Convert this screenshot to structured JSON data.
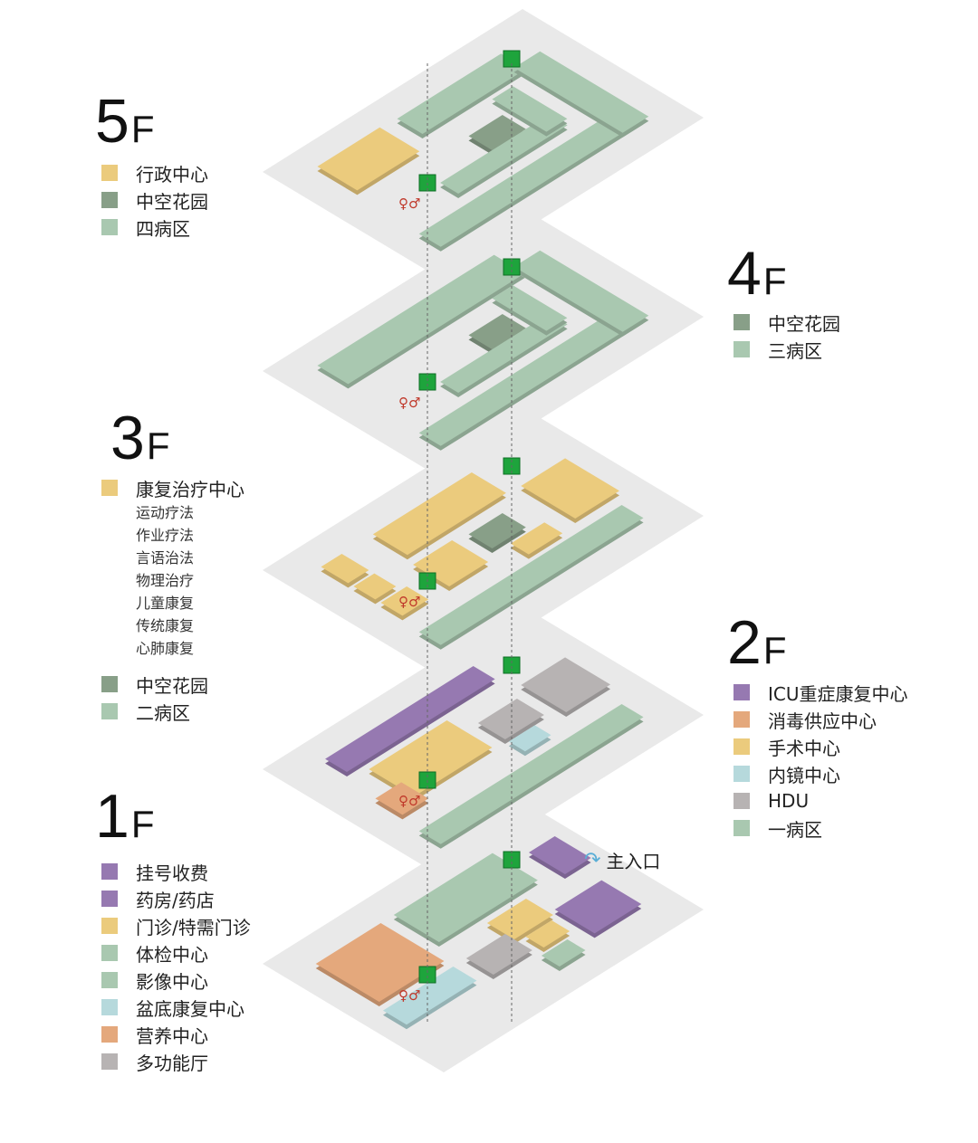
{
  "palette": {
    "plate": "#e9e9e9",
    "yellow": "#ebcb7d",
    "dark_green": "#889f88",
    "light_green": "#a9c8b0",
    "purple": "#9679b1",
    "orange": "#e4a87c",
    "light_blue": "#b6d9dc",
    "gray": "#b7b3b3",
    "elevator": "#1ea43c",
    "restroom": "#c0392b"
  },
  "floors": [
    {
      "id": "5F",
      "num": "5",
      "suffix": "F",
      "legend": [
        {
          "label": "行政中心",
          "color": "#ebcb7d"
        },
        {
          "label": "中空花园",
          "color": "#889f88"
        },
        {
          "label": "四病区",
          "color": "#a9c8b0"
        }
      ]
    },
    {
      "id": "4F",
      "num": "4",
      "suffix": "F",
      "legend": [
        {
          "label": "中空花园",
          "color": "#889f88"
        },
        {
          "label": "三病区",
          "color": "#a9c8b0"
        }
      ]
    },
    {
      "id": "3F",
      "num": "3",
      "suffix": "F",
      "legend": [
        {
          "label": "康复治疗中心",
          "color": "#ebcb7d"
        }
      ],
      "sub_items": [
        "运动疗法",
        "作业疗法",
        "言语治法",
        "物理治疗",
        "儿童康复",
        "传统康复",
        "心肺康复"
      ],
      "legend_after": [
        {
          "label": "中空花园",
          "color": "#889f88"
        },
        {
          "label": "二病区",
          "color": "#a9c8b0"
        }
      ]
    },
    {
      "id": "2F",
      "num": "2",
      "suffix": "F",
      "legend": [
        {
          "label": "ICU重症康复中心",
          "color": "#9679b1"
        },
        {
          "label": "消毒供应中心",
          "color": "#e4a87c"
        },
        {
          "label": "手术中心",
          "color": "#ebcb7d"
        },
        {
          "label": "内镜中心",
          "color": "#b6d9dc"
        },
        {
          "label": "HDU",
          "color": "#b7b3b3"
        },
        {
          "label": "一病区",
          "color": "#a9c8b0"
        }
      ]
    },
    {
      "id": "1F",
      "num": "1",
      "suffix": "F",
      "legend": [
        {
          "label": "挂号收费",
          "color": "#9679b1"
        },
        {
          "label": "药房/药店",
          "color": "#9679b1"
        },
        {
          "label": "门诊/特需门诊",
          "color": "#ebcb7d"
        },
        {
          "label": "体检中心",
          "color": "#a9c8b0"
        },
        {
          "label": "影像中心",
          "color": "#a9c8b0"
        },
        {
          "label": "盆底康复中心",
          "color": "#b6d9dc"
        },
        {
          "label": "营养中心",
          "color": "#e4a87c"
        },
        {
          "label": "多功能厅",
          "color": "#b7b3b3"
        }
      ]
    }
  ],
  "entrance": {
    "label": "主入口",
    "icon": "curved-arrow-icon"
  }
}
